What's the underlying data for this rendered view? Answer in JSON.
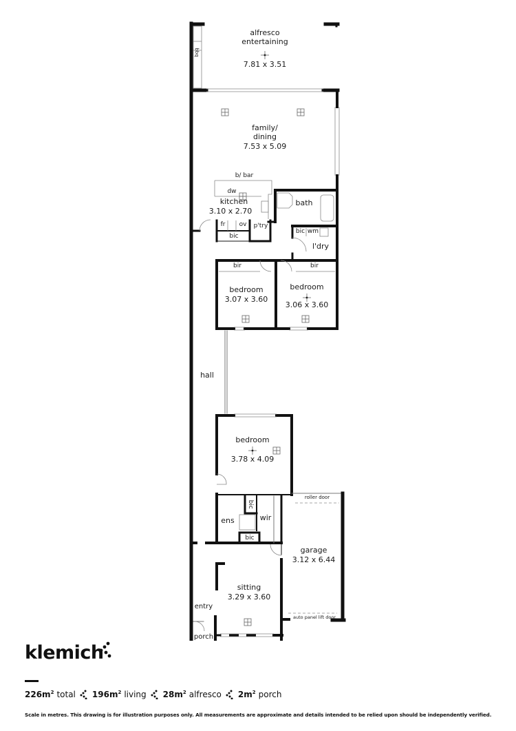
{
  "rooms": {
    "alfresco": {
      "name_1": "alfresco",
      "name_2": "entertaining",
      "dims": "7.81 x 3.51"
    },
    "bbq": {
      "label": "bbq"
    },
    "family": {
      "name_1": "family/",
      "name_2": "dining",
      "dims": "7.53 x 5.09"
    },
    "bar": {
      "label": "b/ bar"
    },
    "kitchen": {
      "name": "kitchen",
      "dims": "3.10 x 2.70",
      "dw": "dw",
      "fr": "fr",
      "ov": "ov",
      "bic": "bic"
    },
    "pantry": {
      "label": "p'try"
    },
    "bath": {
      "label": "bath"
    },
    "laundry": {
      "label": "l'dry",
      "bic": "bic",
      "wm": "wm"
    },
    "bedroom2": {
      "name": "bedroom",
      "dims": "3.07 x 3.60",
      "bir": "bir"
    },
    "bedroom3": {
      "name": "bedroom",
      "dims": "3.06 x 3.60",
      "bir": "bir"
    },
    "hall": {
      "label": "hall"
    },
    "bedroom1": {
      "name": "bedroom",
      "dims": "3.78 x 4.09"
    },
    "ensuite": {
      "label": "ens",
      "bic_1": "bic",
      "bic_2": "bic"
    },
    "wir": {
      "label": "wir"
    },
    "garage": {
      "name": "garage",
      "dims": "3.12 x 6.44",
      "roller_door": "roller door",
      "lift_door": "auto panel lift door"
    },
    "sitting": {
      "name": "sitting",
      "dims": "3.29 x 3.60"
    },
    "entry": {
      "label": "entry"
    },
    "porch": {
      "label": "porch"
    }
  },
  "footer": {
    "brand": "klemich",
    "stats": [
      {
        "value": "226m",
        "sup": "2",
        "label": "total"
      },
      {
        "value": "196m",
        "sup": "2",
        "label": "living"
      },
      {
        "value": "28m",
        "sup": "2",
        "label": "alfresco"
      },
      {
        "value": "2m",
        "sup": "2",
        "label": "porch"
      }
    ],
    "disclaimer": "Scale in metres. This drawing is for illustration purposes only. All measurements are approximate and details intended to be relied upon should be independently verified."
  }
}
